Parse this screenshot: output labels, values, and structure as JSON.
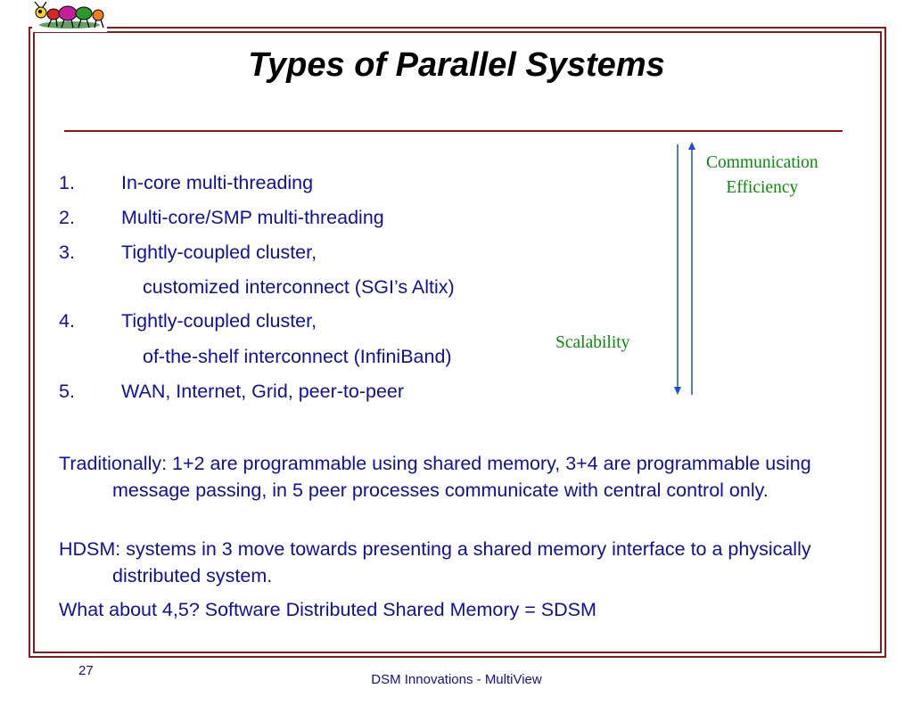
{
  "slide": {
    "title": "Types of Parallel Systems",
    "list": [
      {
        "num": "1.",
        "text": "In-core multi-threading"
      },
      {
        "num": "2.",
        "text": "Multi-core/SMP multi-threading"
      },
      {
        "num": "3.",
        "text": "Tightly-coupled cluster,"
      },
      {
        "num": "4.",
        "text": "Tightly-coupled cluster,"
      },
      {
        "num": "5.",
        "text": "WAN, Internet, Grid, peer-to-peer"
      }
    ],
    "list_sub": [
      "customized interconnect (SGI’s Altix)",
      "of-the-shelf interconnect (InfiniBand)"
    ],
    "paragraphs": [
      "Traditionally: 1+2 are programmable using shared memory, 3+4 are programmable using message passing, in 5 peer processes communicate with central control only.",
      "HDSM: systems in 3 move towards presenting a shared memory interface to a physically distributed system.",
      "What about 4,5? Software Distributed Shared Memory = SDSM"
    ],
    "labels": {
      "communication_line1": "Communication",
      "communication_line2": "Efficiency",
      "scalability": "Scalability"
    }
  },
  "footer": {
    "page_number": "27",
    "text": "DSM Innovations  - MultiView"
  },
  "colors": {
    "frame": "#8b1a1a",
    "body_text": "#0f0fa0",
    "label_text": "#0a8a0a",
    "arrow": "#1a4fd0"
  },
  "icons": {
    "logo": "ant-logo"
  }
}
